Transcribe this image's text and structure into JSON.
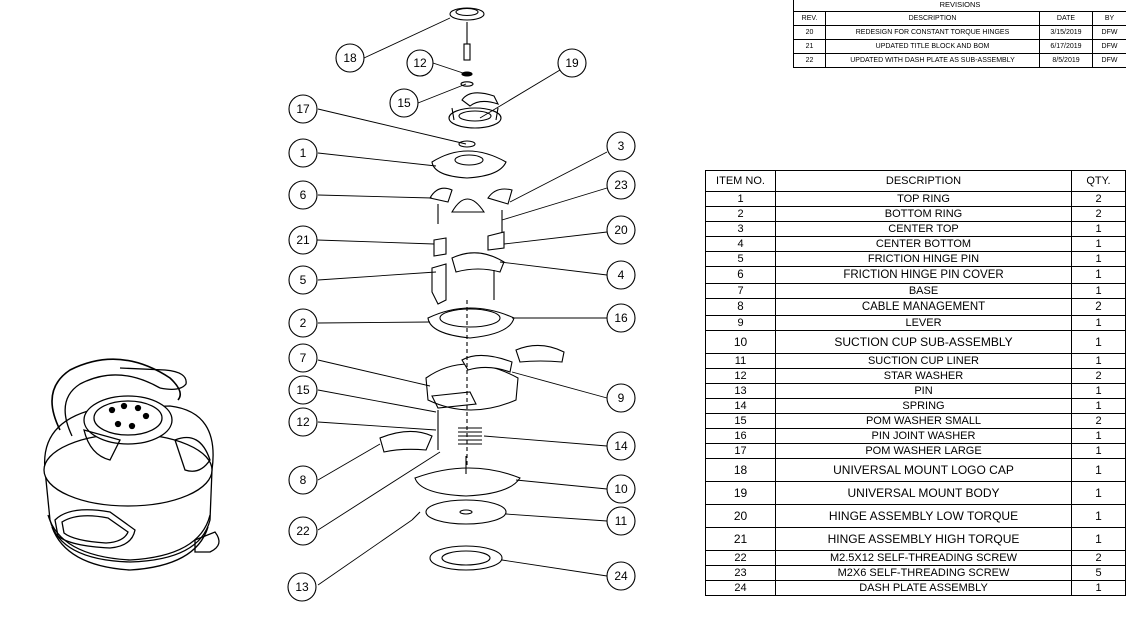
{
  "revisions": {
    "title": "REVISIONS",
    "headers": {
      "rev": "REV.",
      "description": "DESCRIPTION",
      "date": "DATE",
      "by": "BY"
    },
    "rows": [
      {
        "rev": "20",
        "description": "REDESIGN FOR CONSTANT TORQUE HINGES",
        "date": "3/15/2019",
        "by": "DFW"
      },
      {
        "rev": "21",
        "description": "UPDATED TITLE BLOCK AND BOM",
        "date": "6/17/2019",
        "by": "DFW"
      },
      {
        "rev": "22",
        "description": "UPDATED WITH DASH PLATE AS SUB-ASSEMBLY",
        "date": "8/5/2019",
        "by": "DFW"
      }
    ]
  },
  "bom": {
    "headers": {
      "item": "ITEM NO.",
      "description": "DESCRIPTION",
      "qty": "QTY."
    },
    "rows": [
      {
        "item": "1",
        "description": "TOP RING",
        "qty": "2"
      },
      {
        "item": "2",
        "description": "BOTTOM RING",
        "qty": "2"
      },
      {
        "item": "3",
        "description": "CENTER TOP",
        "qty": "1"
      },
      {
        "item": "4",
        "description": "CENTER BOTTOM",
        "qty": "1"
      },
      {
        "item": "5",
        "description": "FRICTION HINGE PIN",
        "qty": "1"
      },
      {
        "item": "6",
        "description": "FRICTION HINGE PIN COVER",
        "qty": "1"
      },
      {
        "item": "7",
        "description": "BASE",
        "qty": "1"
      },
      {
        "item": "8",
        "description": "CABLE MANAGEMENT",
        "qty": "2"
      },
      {
        "item": "9",
        "description": "LEVER",
        "qty": "1"
      },
      {
        "item": "10",
        "description": "SUCTION CUP SUB-ASSEMBLY",
        "qty": "1"
      },
      {
        "item": "11",
        "description": "SUCTION CUP LINER",
        "qty": "1"
      },
      {
        "item": "12",
        "description": "STAR WASHER",
        "qty": "2"
      },
      {
        "item": "13",
        "description": "PIN",
        "qty": "1"
      },
      {
        "item": "14",
        "description": "SPRING",
        "qty": "1"
      },
      {
        "item": "15",
        "description": "POM WASHER SMALL",
        "qty": "2"
      },
      {
        "item": "16",
        "description": "PIN JOINT WASHER",
        "qty": "1"
      },
      {
        "item": "17",
        "description": "POM WASHER LARGE",
        "qty": "1"
      },
      {
        "item": "18",
        "description": "UNIVERSAL MOUNT LOGO CAP",
        "qty": "1"
      },
      {
        "item": "19",
        "description": "UNIVERSAL MOUNT BODY",
        "qty": "1"
      },
      {
        "item": "20",
        "description": "HINGE ASSEMBLY LOW TORQUE",
        "qty": "1"
      },
      {
        "item": "21",
        "description": "HINGE ASSEMBLY HIGH TORQUE",
        "qty": "1"
      },
      {
        "item": "22",
        "description": "M2.5X12 SELF-THREADING SCREW",
        "qty": "2"
      },
      {
        "item": "23",
        "description": "M2X6 SELF-THREADING SCREW",
        "qty": "5"
      },
      {
        "item": "24",
        "description": "DASH PLATE ASSEMBLY",
        "qty": "1"
      }
    ]
  },
  "balloons": [
    "18",
    "12",
    "15",
    "19",
    "17",
    "1",
    "3",
    "6",
    "23",
    "21",
    "20",
    "5",
    "4",
    "2",
    "16",
    "7",
    "15",
    "9",
    "12",
    "14",
    "8",
    "10",
    "22",
    "11",
    "24",
    "13"
  ]
}
